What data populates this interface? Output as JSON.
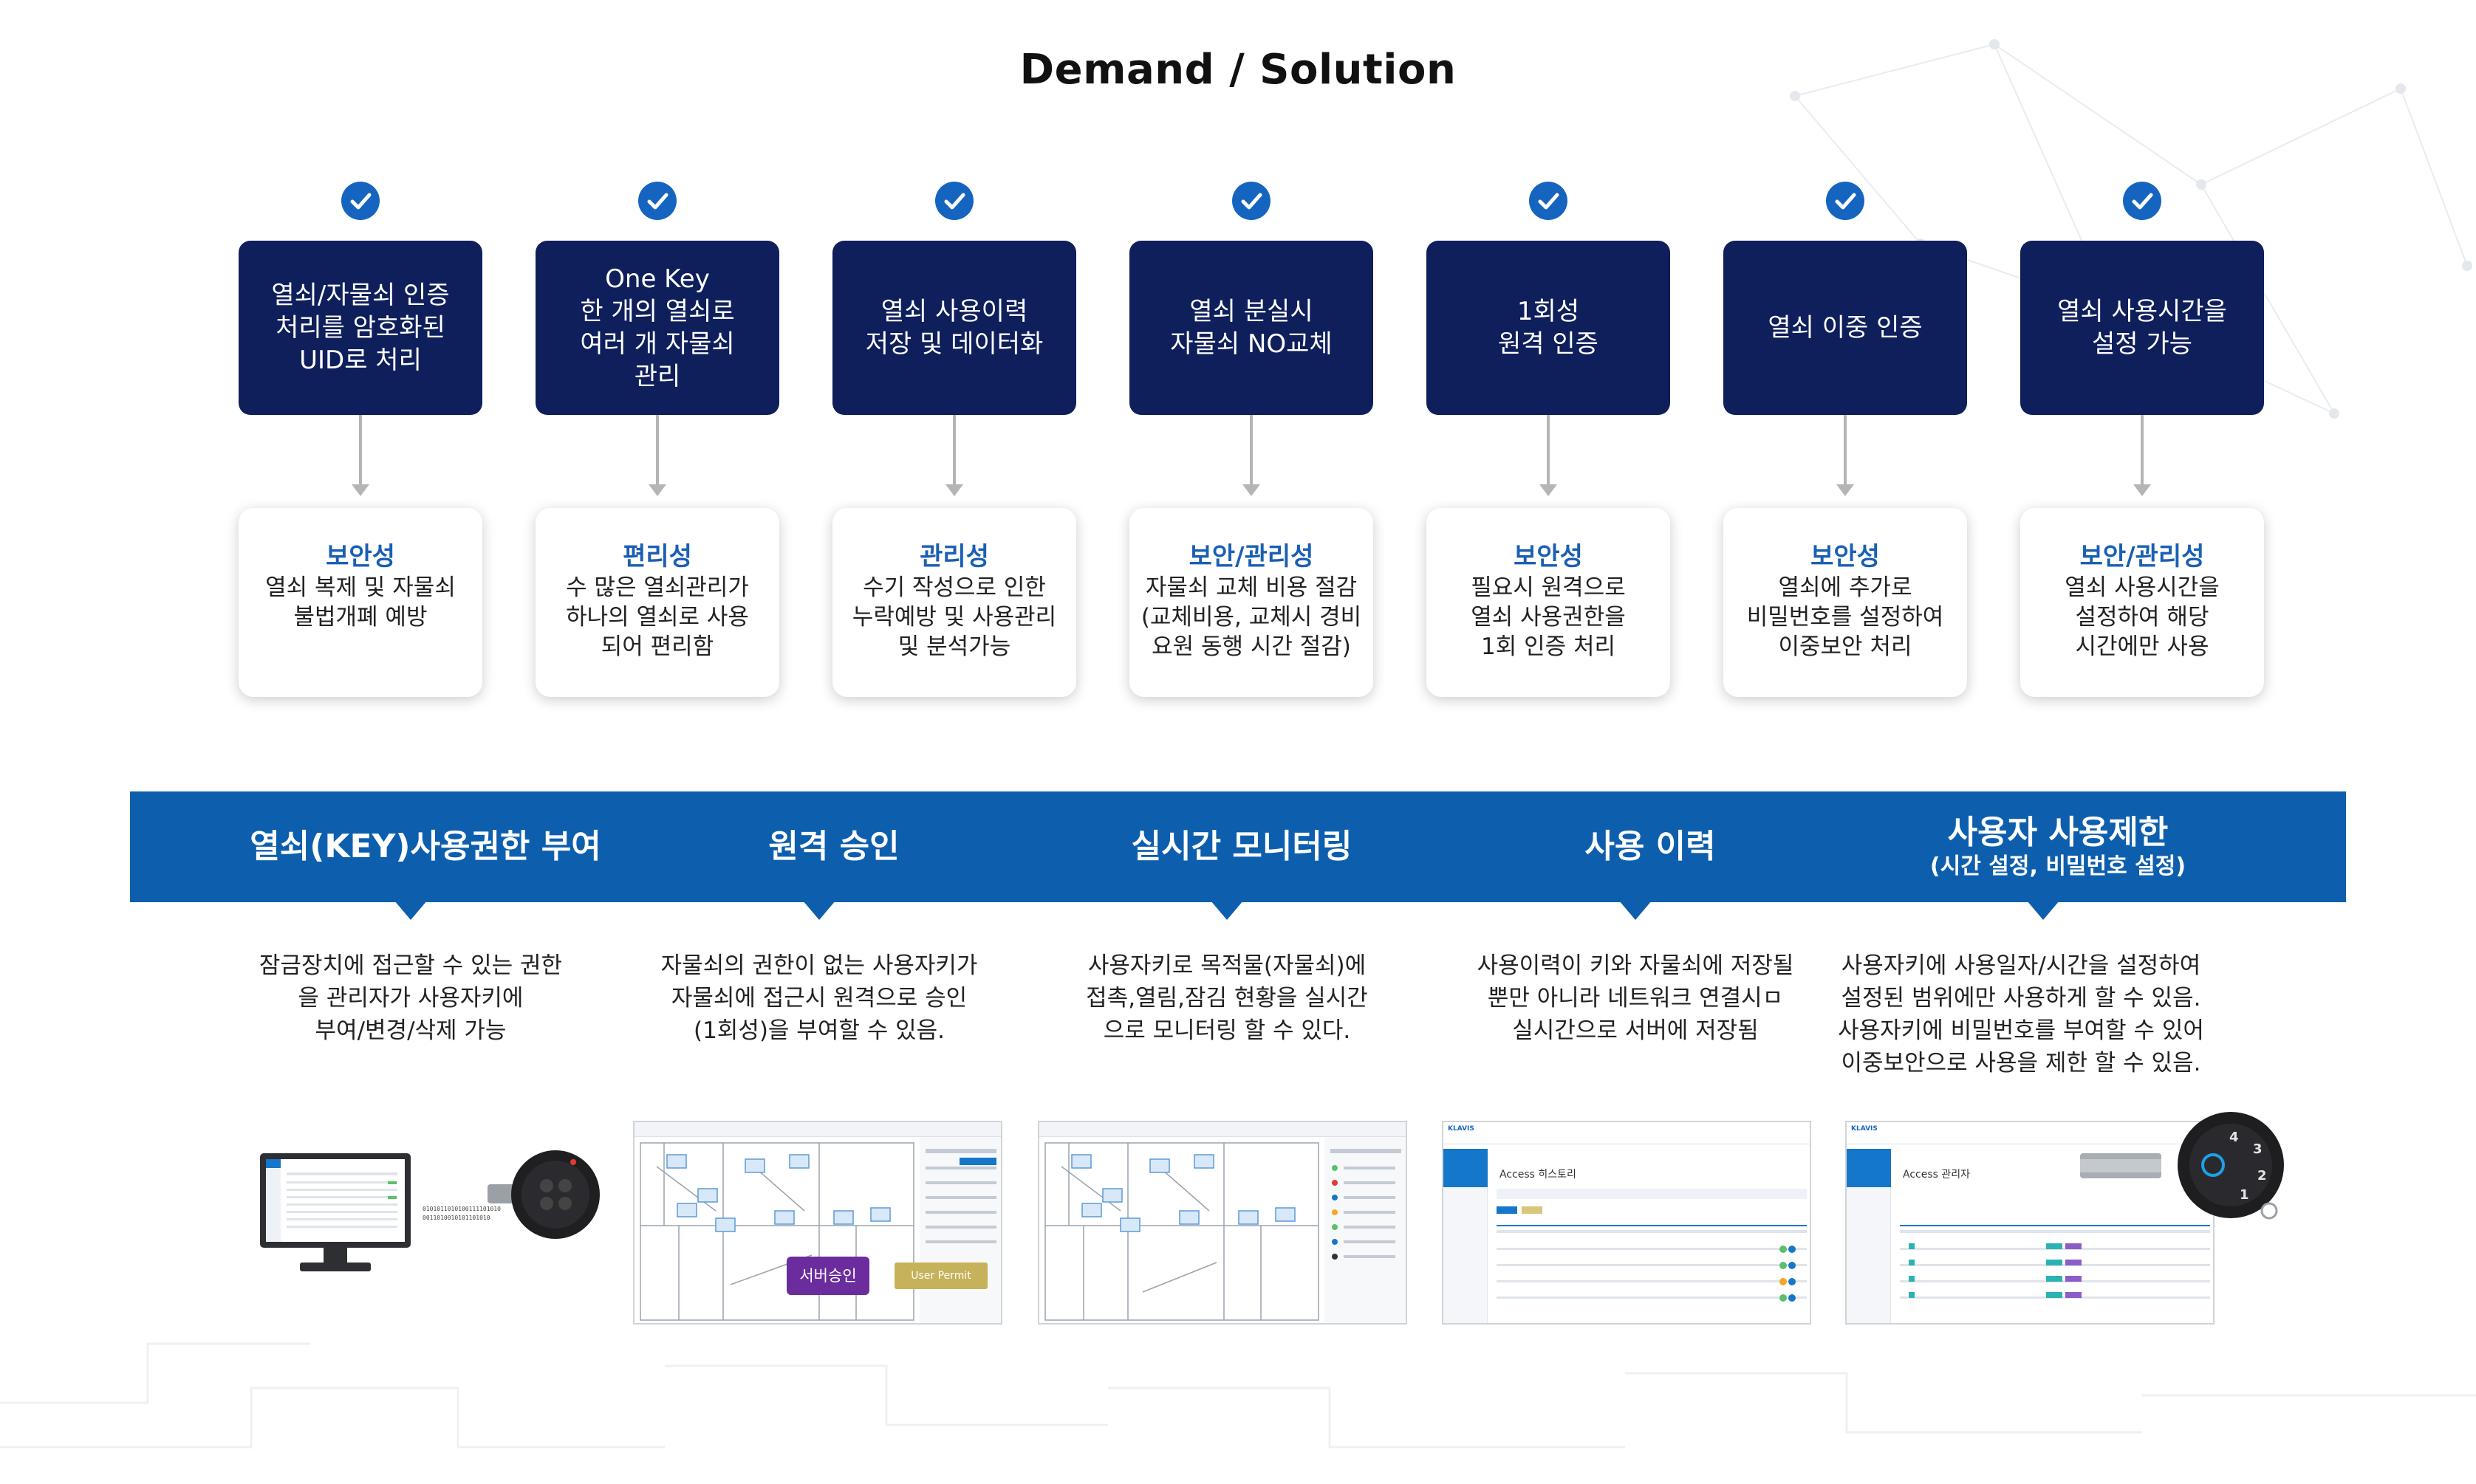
{
  "title": "Demand / Solution",
  "columns": [
    {
      "demand": "열쇠/자물쇠 인증\n처리를 암호화된\nUID로 처리",
      "solution_title": "보안성",
      "solution_desc": "열쇠 복제 및 자물쇠\n불법개폐 예방"
    },
    {
      "demand": "One Key\n한 개의 열쇠로\n여러 개 자물쇠\n관리",
      "solution_title": "편리성",
      "solution_desc": "수 많은 열쇠관리가\n하나의 열쇠로 사용\n되어 편리함"
    },
    {
      "demand": "열쇠 사용이력\n저장 및 데이터화",
      "solution_title": "관리성",
      "solution_desc": "수기 작성으로 인한\n누락예방 및 사용관리\n및 분석가능"
    },
    {
      "demand": "열쇠 분실시\n자물쇠 NO교체",
      "solution_title": "보안/관리성",
      "solution_desc": "자물쇠 교체 비용 절감\n(교체비용, 교체시 경비\n요원 동행 시간 절감)"
    },
    {
      "demand": "1회성\n원격 인증",
      "solution_title": "보안성",
      "solution_desc": "필요시 원격으로\n열쇠 사용권한을\n1회 인증 처리"
    },
    {
      "demand": "열쇠 이중 인증",
      "solution_title": "보안성",
      "solution_desc": "열쇠에 추가로\n비밀번호를 설정하여\n이중보안 처리"
    },
    {
      "demand": "열쇠 사용시간을\n설정 가능",
      "solution_title": "보안/관리성",
      "solution_desc": "열쇠 사용시간을\n설정하여 해당\n시간에만 사용"
    }
  ],
  "features": [
    {
      "label": "열쇠(KEY)사용권한 부여",
      "sub": "",
      "desc": "잠금장치에 접근할 수 있는 권한\n을 관리자가 사용자키에\n부여/변경/삭제 가능"
    },
    {
      "label": "원격 승인",
      "sub": "",
      "desc": "자물쇠의 권한이 없는 사용자키가\n자물쇠에 접근시 원격으로 승인\n(1회성)을 부여할 수 있음."
    },
    {
      "label": "실시간 모니터링",
      "sub": "",
      "desc": "사용자키로 목적물(자물쇠)에\n접촉,열림,잠김 현황을 실시간\n으로 모니터링 할 수 있다."
    },
    {
      "label": "사용 이력",
      "sub": "",
      "desc": "사용이력이 키와 자물쇠에 저장될\n뿐만 아니라 네트워크 연결시ㅁ\n실시간으로 서버에 저장됨"
    },
    {
      "label": "사용자 사용제한",
      "sub": "(시간 설정, 비밀번호 설정)",
      "desc": "사용자키에 사용일자/시간을 설정하여\n설정된 범위에만 사용하게 할 수 있음.\n사용자키에 비밀번호를 부여할 수 있어\n이중보안으로 사용을 제한 할 수 있음."
    }
  ],
  "screens": {
    "approval_bubble": "서버승인",
    "permit_button": "User Permit",
    "history_title": "Access 히스토리",
    "manager_title": "Access 관리자"
  },
  "colors": {
    "demand_bg": "#0f1f5c",
    "accent_blue": "#1565c0",
    "band_blue": "#0d5fae",
    "solution_title": "#1a5fb4",
    "approval_purple": "#6b2d9e"
  }
}
